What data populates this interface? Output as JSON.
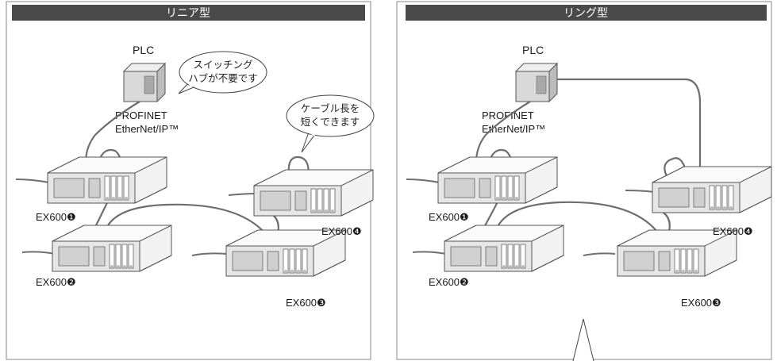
{
  "colors": {
    "header_bg": "#4a4a4a",
    "frame": "#8a8a8a",
    "cable": "#6e6e6e"
  },
  "panels": [
    {
      "header": "リニア型",
      "plc": "PLC",
      "protocol_line1": "PROFINET",
      "protocol_line2": "EtherNet/IP™",
      "bubble1": [
        "スイッチング",
        "ハブが不要です"
      ],
      "bubble2": [
        "ケーブル長を",
        "短くできます"
      ],
      "units": [
        "EX600❶",
        "EX600❷",
        "EX600❸",
        "EX600❹"
      ]
    },
    {
      "header": "リング型",
      "plc": "PLC",
      "protocol_line1": "PROFINET",
      "protocol_line2": "EtherNet/IP™",
      "units": [
        "EX600❶",
        "EX600❷",
        "EX600❸",
        "EX600❹"
      ]
    }
  ]
}
